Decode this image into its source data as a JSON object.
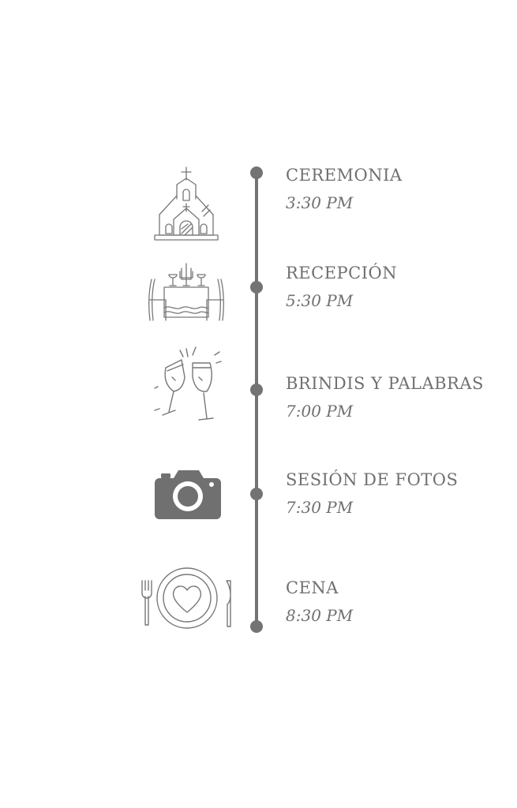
{
  "colors": {
    "accent": "#737373",
    "text": "#707070"
  },
  "events": [
    {
      "title": "CEREMONIA",
      "time": "3:30 PM",
      "icon": "church-icon"
    },
    {
      "title": "RECEPCIÓN",
      "time": "5:30 PM",
      "icon": "dinner-table-icon"
    },
    {
      "title": "BRINDIS Y PALABRAS",
      "time": "7:00 PM",
      "icon": "champagne-toast-icon"
    },
    {
      "title": "SESIÓN DE FOTOS",
      "time": "7:30 PM",
      "icon": "camera-icon"
    },
    {
      "title": "CENA",
      "time": "8:30 PM",
      "icon": "plate-heart-icon"
    }
  ]
}
